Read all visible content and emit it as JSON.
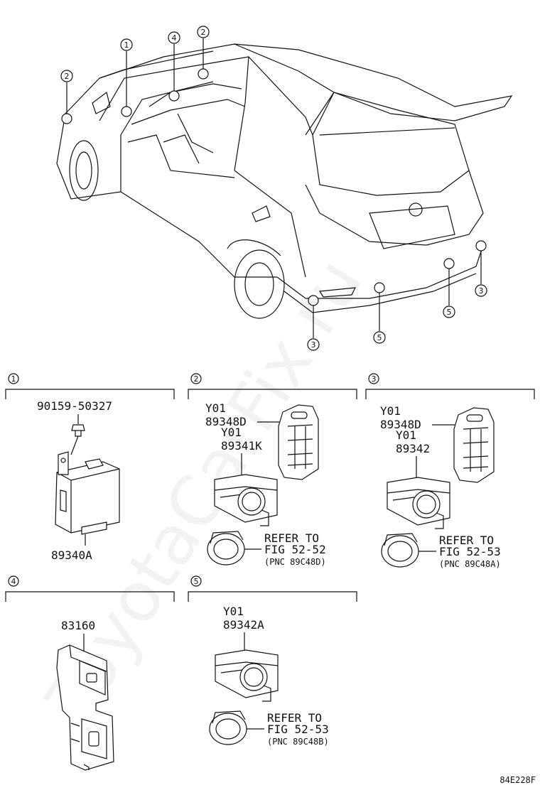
{
  "watermark": "ToyotaCarFix.ru",
  "figure_code": "84E228F",
  "callout_numbers": {
    "n1": "1",
    "n2": "2",
    "n3": "3",
    "n4": "4",
    "n5": "5"
  },
  "sections": {
    "s1": {
      "marker": "1",
      "bolt_part": "90159-50327",
      "module_part": "89340A"
    },
    "s2": {
      "marker": "2",
      "y1": "Y01",
      "holder_part": "89348D",
      "y2": "Y01",
      "sensor_part": "89341K",
      "refer1": "REFER TO",
      "refer2": "FIG 52-52",
      "refer3": "(PNC 89C48D)"
    },
    "s3": {
      "marker": "3",
      "y1": "Y01",
      "holder_part": "89348D",
      "y2": "Y01",
      "sensor_part": "89342",
      "refer1": "REFER TO",
      "refer2": "FIG 52-53",
      "refer3": "(PNC 89C48A)"
    },
    "s4": {
      "marker": "4",
      "switch_part": "83160"
    },
    "s5": {
      "marker": "5",
      "y1": "Y01",
      "sensor_part": "89342A",
      "refer1": "REFER TO",
      "refer2": "FIG 52-53",
      "refer3": "(PNC 89C48B)"
    }
  }
}
